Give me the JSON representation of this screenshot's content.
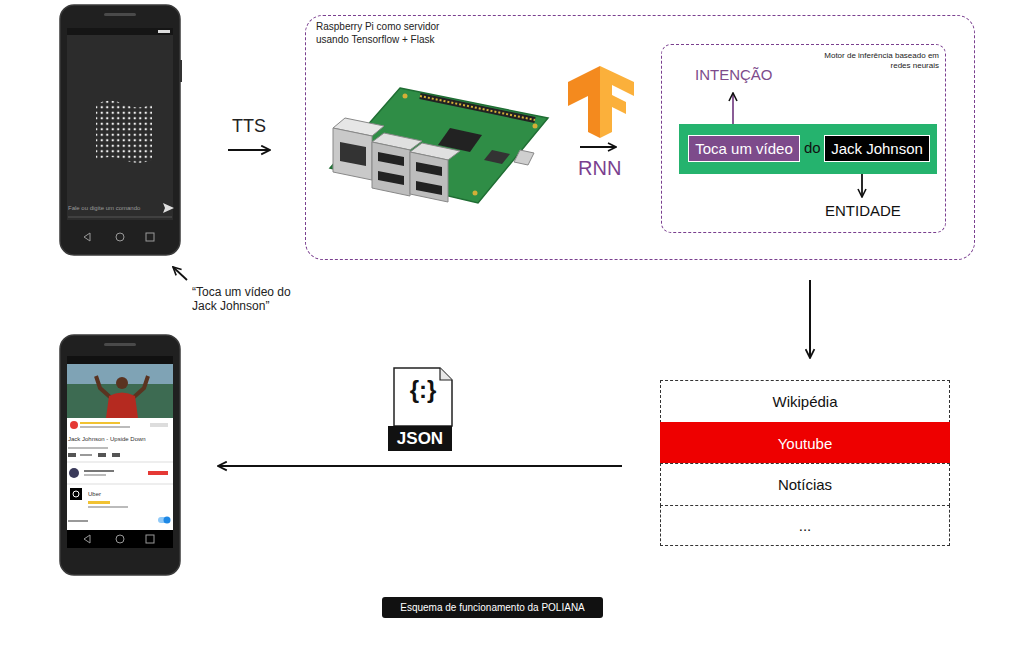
{
  "diagram": {
    "caption": "Esquema de funcionamento da POLIANA",
    "nodes": [
      {
        "text": [
          "Fale ou digite um comando"
        ]
      },
      {
        "text": [
          "Raspberry Pi como servidor usando Tensorflow + Flask"
        ]
      },
      {
        "text": [
          "Motor de inferência baseado em redes neurais"
        ],
        "in": 1
      },
      {
        "text": [
          "do"
        ],
        "in": 2
      },
      {
        "text": [
          "Toca um vídeo"
        ],
        "in": 3
      },
      {
        "text": [
          "Jack Johnson"
        ],
        "in": 3
      },
      {
        "text": [
          "Wikipédia"
        ]
      },
      {
        "text": [
          "Youtube"
        ]
      },
      {
        "text": [
          "Notícias"
        ]
      },
      {
        "text": [
          "..."
        ]
      },
      {
        "text": [
          "Jack Johnson - Upside Down",
          "Uber"
        ]
      }
    ],
    "edges": [
      {
        "from": 0,
        "to": 1,
        "arrow": "to",
        "label": "TTS"
      },
      {
        "from": 1,
        "to": 6,
        "arrow": "to"
      },
      {
        "from": 7,
        "to": 10,
        "arrow": "to"
      }
    ],
    "labels": [
      "INTENÇÃO",
      "ENTIDADE",
      "RNN",
      "“Toca um vídeo do Jack Johnson”",
      "{:}",
      "JSON"
    ]
  }
}
